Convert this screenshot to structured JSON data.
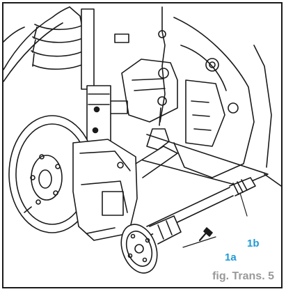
{
  "figure": {
    "caption": "fig. Trans. 5",
    "caption_color": "#999999",
    "callouts": [
      {
        "label": "1a",
        "color": "#1e9ad6"
      },
      {
        "label": "1b",
        "color": "#1e9ad6"
      }
    ],
    "line_color": "#1a1a1a"
  }
}
